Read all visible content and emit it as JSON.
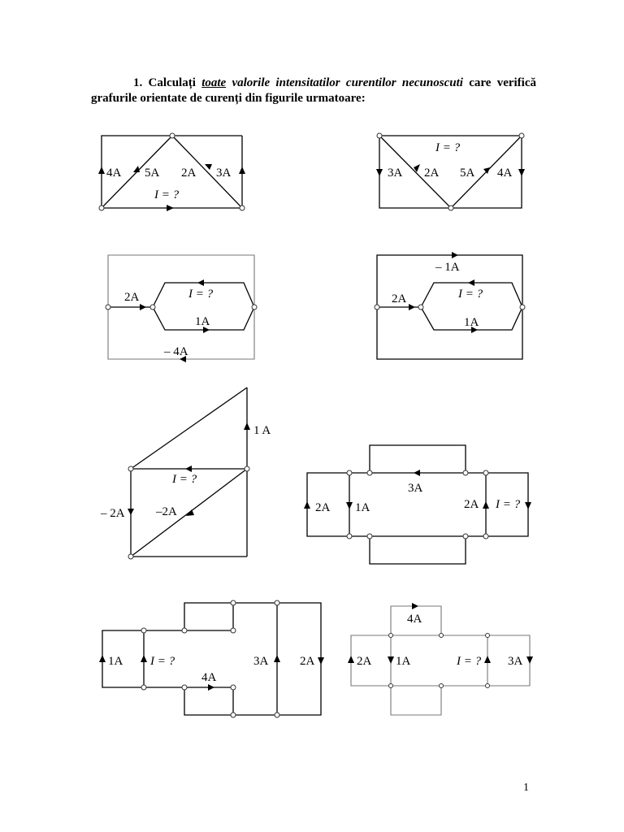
{
  "problem": {
    "number": "1.",
    "part1": "Calculați",
    "part2": "toate",
    "part3": "valorile intensitatilor curentilor necunoscuti",
    "part4": "care verifică grafurile orientate de curenți din figurile urmatoare:"
  },
  "figures": {
    "f1": {
      "a": "4A",
      "b": "5A",
      "c": "2A",
      "d": "3A",
      "i": "I = ?"
    },
    "f2": {
      "i": "I = ?",
      "a": "3A",
      "b": "2A",
      "c": "5A",
      "d": "4A"
    },
    "f3": {
      "a": "2A",
      "i": "I = ?",
      "b": "1A",
      "c": "– 4A"
    },
    "f4": {
      "a": "– 1A",
      "b": "2A",
      "i": "I = ?",
      "c": "1A"
    },
    "f5": {
      "a": "1 A",
      "i": "I = ?",
      "b": "– 2A",
      "c": "–2A"
    },
    "f6": {
      "a": "3A",
      "b": "2A",
      "c": "1A",
      "d": "2A",
      "i": "I = ?"
    },
    "f7": {
      "a": "1A",
      "i": "I = ?",
      "b": "4A",
      "c": "3A",
      "d": "2A"
    },
    "f8": {
      "a": "4A",
      "b": "2A",
      "c": "1A",
      "i": "I = ?",
      "d": "3A"
    }
  },
  "page_number": "1"
}
